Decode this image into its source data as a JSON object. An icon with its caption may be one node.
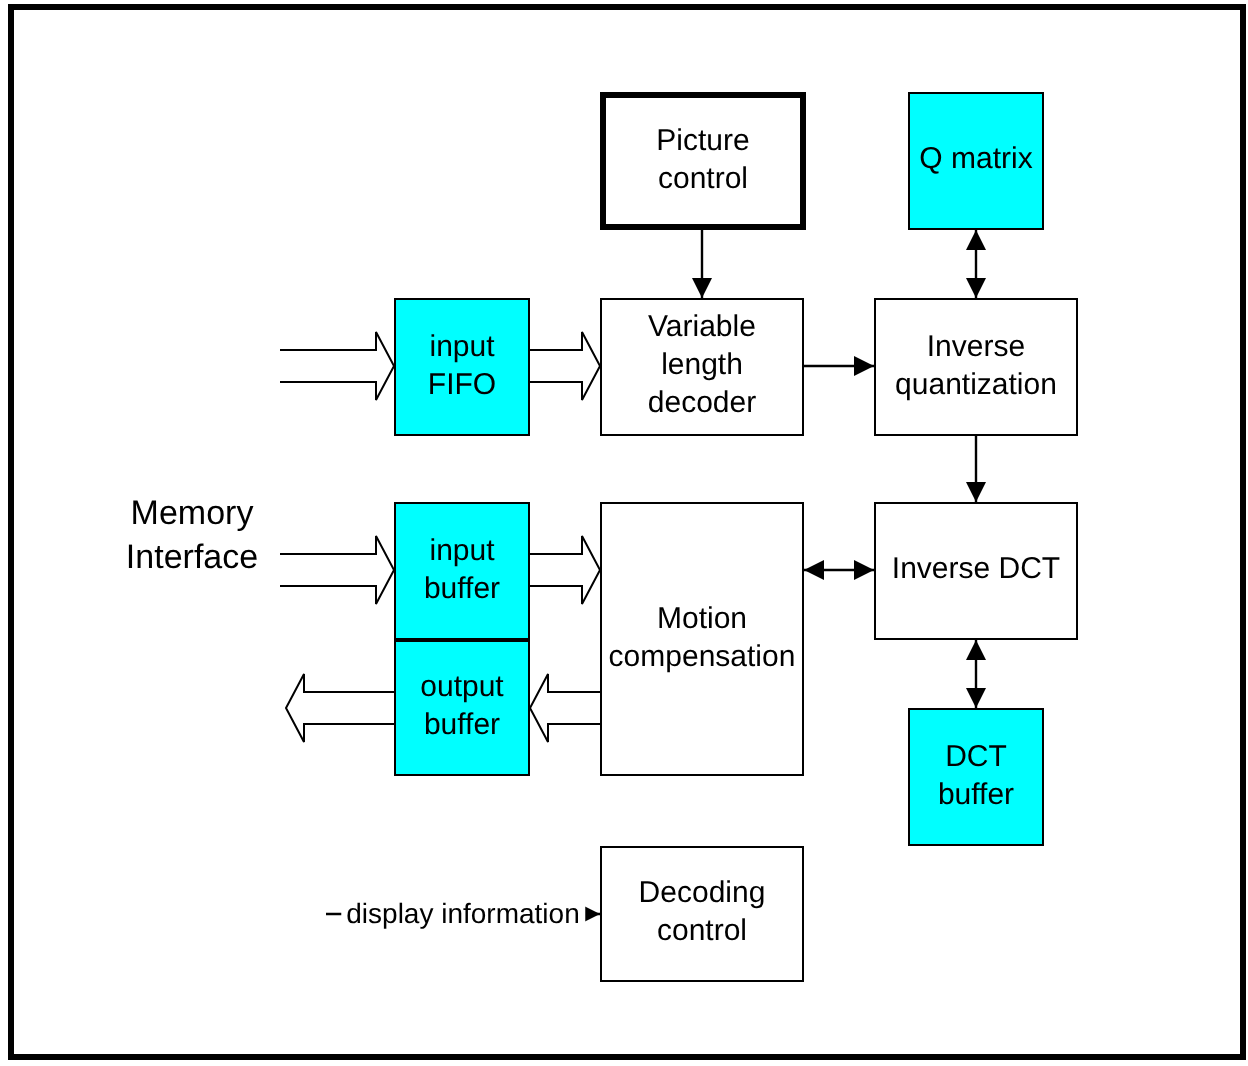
{
  "diagram": {
    "nodes": [
      {
        "text": [
          "Picture control"
        ]
      },
      {
        "text": [
          "Q matrix"
        ]
      },
      {
        "text": [
          "input FIFO"
        ]
      },
      {
        "text": [
          "Variable length decoder"
        ]
      },
      {
        "text": [
          "Inverse quantization"
        ]
      },
      {
        "text": [
          "input buffer"
        ]
      },
      {
        "text": [
          "Motion compensation"
        ]
      },
      {
        "text": [
          "Inverse DCT"
        ]
      },
      {
        "text": [
          "output buffer"
        ]
      },
      {
        "text": [
          "DCT buffer"
        ]
      },
      {
        "text": [
          "Decoding control"
        ]
      }
    ],
    "edges": [
      {
        "from": null,
        "to": 2,
        "arrow": "to",
        "style": "thick"
      },
      {
        "from": 2,
        "to": 3,
        "arrow": "to",
        "style": "thick"
      },
      {
        "from": null,
        "to": 5,
        "arrow": "to",
        "style": "thick"
      },
      {
        "from": 5,
        "to": 6,
        "arrow": "to",
        "style": "thick"
      },
      {
        "from": 6,
        "to": 8,
        "arrow": "to",
        "style": "thick"
      },
      {
        "from": 8,
        "to": null,
        "arrow": "to",
        "style": "thick"
      },
      {
        "from": 0,
        "to": 3,
        "arrow": "to"
      },
      {
        "from": 3,
        "to": 4,
        "arrow": "to"
      },
      {
        "from": 1,
        "to": 4,
        "arrow": "both"
      },
      {
        "from": 4,
        "to": 7,
        "arrow": "to"
      },
      {
        "from": 6,
        "to": 7,
        "arrow": "both"
      },
      {
        "from": 7,
        "to": 9,
        "arrow": "both"
      },
      {
        "from": null,
        "to": 10,
        "arrow": "to",
        "label": "display information"
      }
    ],
    "labels": [
      "Memory Interface"
    ]
  }
}
